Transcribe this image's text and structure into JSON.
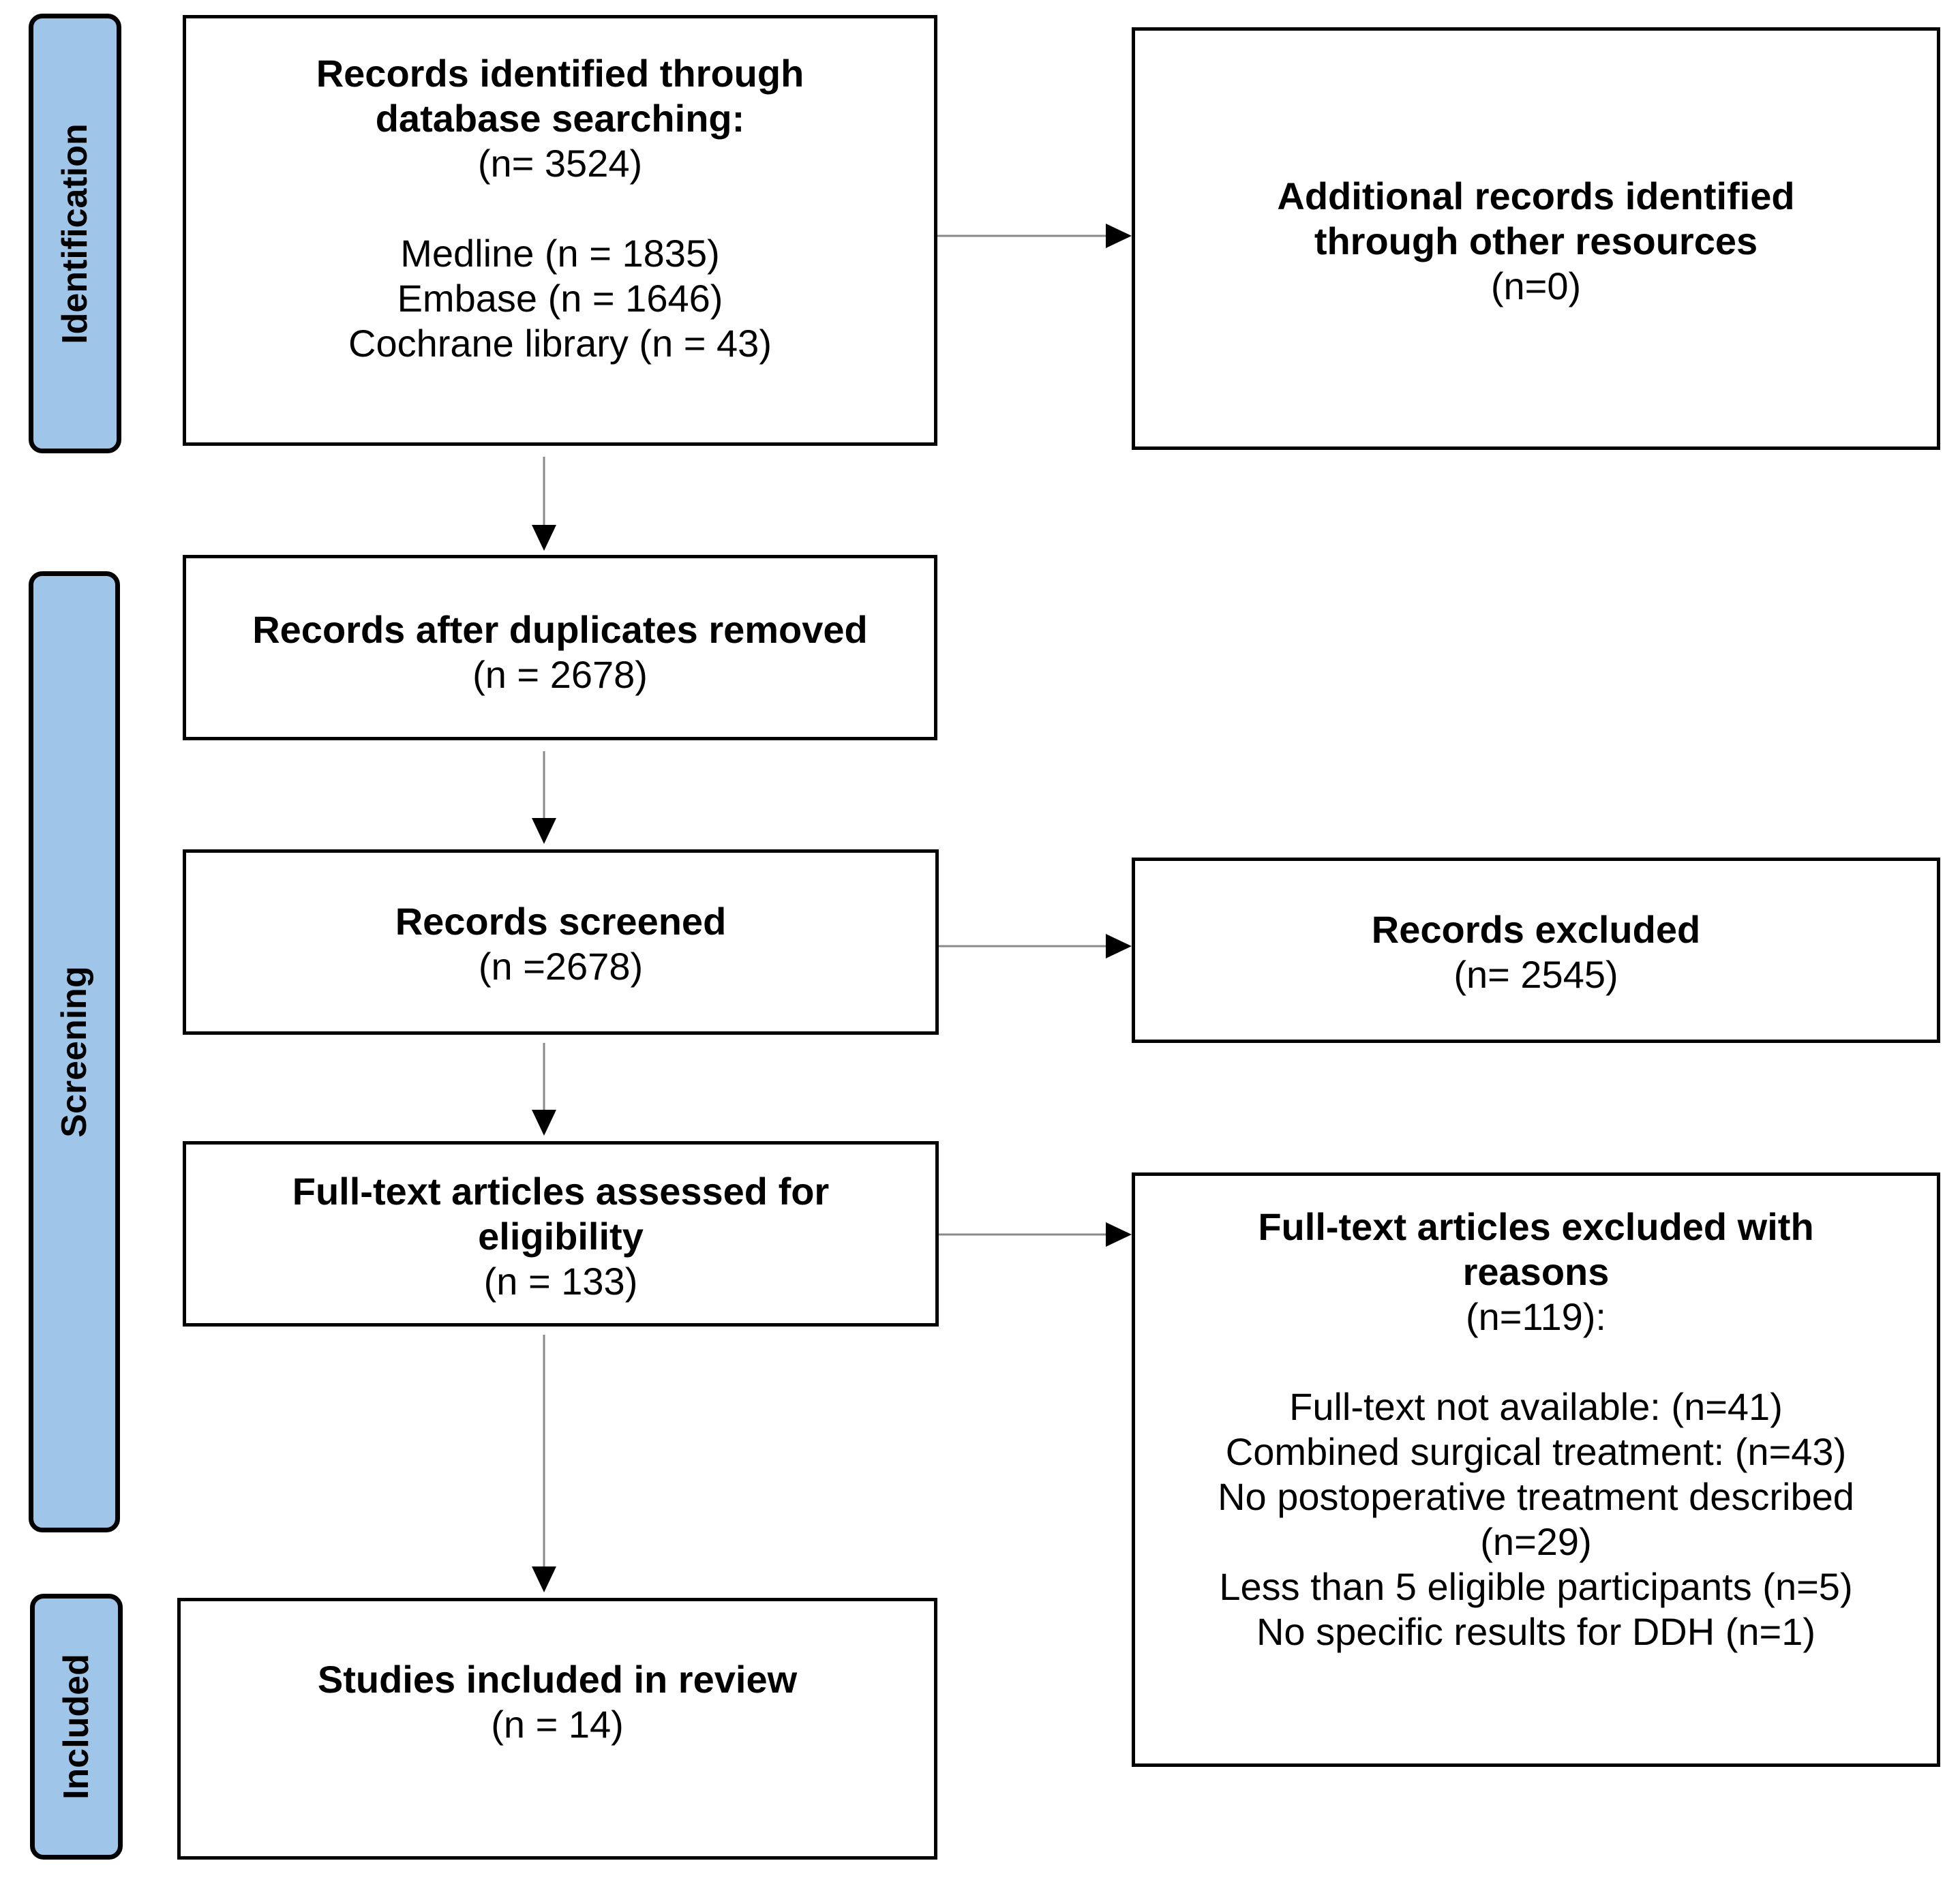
{
  "phases": {
    "identification": "Identification",
    "screening": "Screening",
    "included": "Included"
  },
  "boxes": {
    "database_search": {
      "title_line1": "Records identified through",
      "title_line2": "database searching:",
      "count": "(n= 3524)",
      "sources": [
        "Medline (n = 1835)",
        "Embase (n = 1646)",
        "Cochrane library (n = 43)"
      ]
    },
    "other_resources": {
      "title_line1": "Additional records identified",
      "title_line2": "through other resources",
      "count": "(n=0)"
    },
    "duplicates_removed": {
      "title": "Records after duplicates removed",
      "count": "(n = 2678)"
    },
    "screened": {
      "title": "Records screened",
      "count": "(n =2678)"
    },
    "excluded": {
      "title": "Records excluded",
      "count": "(n= 2545)"
    },
    "full_text_assessed": {
      "title_line1": "Full-text articles assessed for",
      "title_line2": "eligibility",
      "count": "(n = 133)"
    },
    "full_text_excluded": {
      "title_line1": "Full-text articles excluded with",
      "title_line2": "reasons",
      "count": "(n=119):",
      "reasons": [
        "Full-text not available: (n=41)",
        "Combined surgical treatment: (n=43)",
        "No postoperative treatment described",
        "(n=29)",
        "Less than 5 eligible participants (n=5)",
        "No specific results for DDH (n=1)"
      ]
    },
    "included_studies": {
      "title": "Studies included in review",
      "count": "(n = 14)"
    }
  },
  "colors": {
    "phase_fill": "#9fc5e8",
    "border": "#000000",
    "connector": "#8a8a8a"
  }
}
